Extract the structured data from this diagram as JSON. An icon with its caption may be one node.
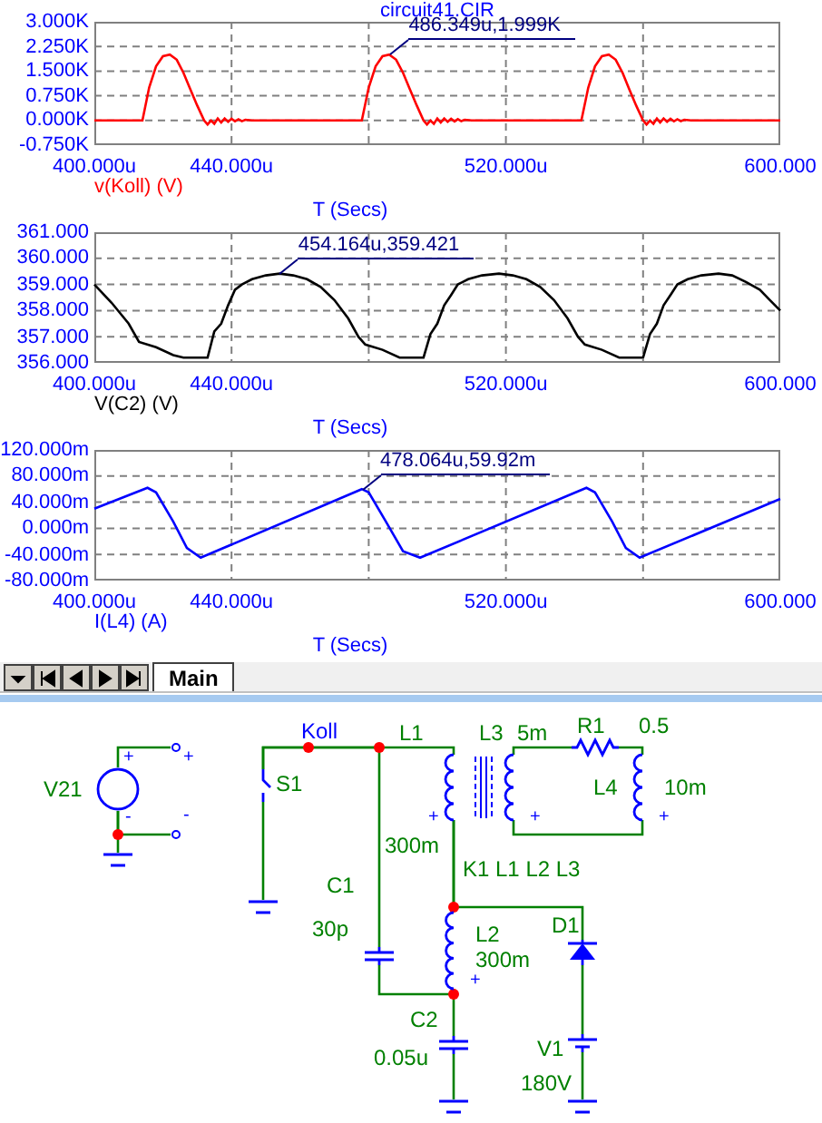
{
  "diagram": {
    "nodes": [
      {
        "text": [],
        "shape": "source",
        "beside": [
          "V21"
        ]
      },
      {
        "text": [],
        "shape": "circle"
      },
      {
        "text": [],
        "shape": "circle"
      },
      {
        "text": [],
        "shape": "ground"
      },
      {
        "text": [],
        "shape": "switch",
        "beside": [
          "S1"
        ]
      },
      {
        "text": [],
        "shape": "ground"
      },
      {
        "text": [],
        "shape": "inductor",
        "beside": [
          "L1",
          "300m"
        ]
      },
      {
        "text": [],
        "shape": "inductor",
        "beside": [
          "L3",
          "5m"
        ]
      },
      {
        "text": [],
        "shape": "resistor",
        "beside": [
          "R1",
          "0.5"
        ]
      },
      {
        "text": [],
        "shape": "inductor",
        "beside": [
          "L4",
          "10m"
        ]
      },
      {
        "text": [],
        "shape": "capacitor",
        "beside": [
          "C1",
          "30p"
        ]
      },
      {
        "text": [],
        "shape": "inductor",
        "beside": [
          "L2",
          "300m"
        ]
      },
      {
        "text": [],
        "shape": "capacitor",
        "beside": [
          "C2",
          "0.05u"
        ]
      },
      {
        "text": [],
        "shape": "ground"
      },
      {
        "text": [],
        "shape": "diode",
        "beside": [
          "D1"
        ]
      },
      {
        "text": [],
        "shape": "battery",
        "beside": [
          "V1",
          "180V"
        ]
      },
      {
        "text": [],
        "shape": "ground"
      }
    ],
    "edges": [
      {
        "from": 0,
        "to": 1,
        "arrow": "none"
      },
      {
        "from": 0,
        "to": 2,
        "arrow": "none"
      },
      {
        "from": 0,
        "to": 3,
        "arrow": "none"
      },
      {
        "from": 4,
        "to": 6,
        "arrow": "none"
      },
      {
        "from": 4,
        "to": 10,
        "arrow": "none"
      },
      {
        "from": 4,
        "to": 5,
        "arrow": "none"
      },
      {
        "from": 7,
        "to": 8,
        "arrow": "none"
      },
      {
        "from": 8,
        "to": 9,
        "arrow": "none"
      },
      {
        "from": 7,
        "to": 9,
        "arrow": "none"
      },
      {
        "from": 6,
        "to": 11,
        "arrow": "none"
      },
      {
        "from": 6,
        "to": 14,
        "arrow": "none"
      },
      {
        "from": 10,
        "to": 11,
        "arrow": "none"
      },
      {
        "from": 11,
        "to": 12,
        "arrow": "none"
      },
      {
        "from": 12,
        "to": 13,
        "arrow": "none"
      },
      {
        "from": 14,
        "to": 15,
        "arrow": "none"
      },
      {
        "from": 15,
        "to": 16,
        "arrow": "none"
      }
    ],
    "labels": [
      "Main",
      "Koll",
      "+",
      "+",
      "-",
      "-",
      "+",
      "+",
      "+",
      "K1 L1 L2 L3",
      "+"
    ],
    "chart_data": [
      {
        "type": "line",
        "title": "circuit41.CIR",
        "xlabel": "T (Secs)",
        "grid": true,
        "x": [
          400,
          414,
          416,
          418,
          420,
          422,
          424,
          426,
          428,
          430,
          432,
          433,
          434,
          435,
          436,
          437,
          438,
          439,
          440,
          441,
          442,
          443,
          444,
          446,
          478,
          480,
          482,
          484,
          486,
          488,
          490,
          492,
          494,
          496,
          497,
          498,
          499,
          500,
          501,
          502,
          503,
          504,
          505,
          506,
          507,
          508,
          510,
          542,
          544,
          546,
          548,
          550,
          552,
          554,
          556,
          558,
          560,
          561,
          562,
          563,
          564,
          565,
          566,
          567,
          568,
          569,
          570,
          571,
          572,
          574,
          600
        ],
        "series": [
          {
            "name": "v(Koll) (V)",
            "color": "#ff0000",
            "values": [
              0,
              0,
              1000,
              1650,
              1950,
              2000,
              1850,
              1450,
              950,
              450,
              0,
              -120,
              0,
              -100,
              60,
              -60,
              60,
              -40,
              50,
              -30,
              40,
              -20,
              20,
              0,
              0,
              1000,
              1650,
              1950,
              2000,
              1850,
              1450,
              950,
              450,
              0,
              -120,
              0,
              -100,
              60,
              -60,
              60,
              -40,
              50,
              -30,
              40,
              -20,
              20,
              0,
              0,
              1000,
              1650,
              1950,
              2000,
              1850,
              1450,
              950,
              450,
              0,
              -120,
              0,
              -100,
              60,
              -60,
              60,
              -40,
              50,
              -30,
              40,
              -20,
              20,
              0,
              0
            ]
          }
        ],
        "xlim": [
          400,
          600
        ],
        "ylim": [
          -750,
          3000
        ],
        "xticks": [
          {
            "value": 400,
            "label": "400.000u"
          },
          {
            "value": 440,
            "label": "440.000u"
          },
          {
            "value": 520,
            "label": "520.000u"
          },
          {
            "value": 600,
            "label": "600.000"
          }
        ],
        "yticks": [
          {
            "value": 3000,
            "label": "3.000K"
          },
          {
            "value": 2250,
            "label": "2.250K"
          },
          {
            "value": 1500,
            "label": "1.500K"
          },
          {
            "value": 750,
            "label": "0.750K"
          },
          {
            "value": 0,
            "label": "0.000K"
          },
          {
            "value": -750,
            "label": "-0.750K"
          }
        ],
        "annotations": [
          {
            "x": 486.349,
            "y": 1999,
            "text": "486.349u,1.999K"
          }
        ]
      },
      {
        "type": "line",
        "xlabel": "T (Secs)",
        "grid": true,
        "x": [
          400,
          405,
          410,
          413,
          418,
          423,
          426,
          433,
          435,
          437,
          439,
          441,
          443,
          446,
          450,
          454,
          458,
          462,
          466,
          470,
          474,
          477,
          479,
          484,
          489,
          496,
          498,
          500,
          502,
          504,
          506,
          509,
          513,
          518,
          522,
          526,
          530,
          534,
          538,
          541,
          543,
          548,
          553,
          560,
          562,
          564,
          566,
          568,
          570,
          573,
          577,
          582,
          586,
          590,
          594,
          597,
          600
        ],
        "series": [
          {
            "name": "V(C2) (V)",
            "color": "#000000",
            "values": [
              359.0,
              358.3,
              357.5,
              356.8,
              356.6,
              356.3,
              356.2,
              356.2,
              357.2,
              357.5,
              358.2,
              358.8,
              359.0,
              359.2,
              359.35,
              359.42,
              359.35,
              359.2,
              358.9,
              358.4,
              357.7,
              357.0,
              356.7,
              356.5,
              356.2,
              356.2,
              357.1,
              357.5,
              358.2,
              358.6,
              359.0,
              359.2,
              359.35,
              359.42,
              359.35,
              359.2,
              358.9,
              358.4,
              357.7,
              357.0,
              356.7,
              356.5,
              356.2,
              356.2,
              357.1,
              357.5,
              358.2,
              358.6,
              359.0,
              359.2,
              359.35,
              359.42,
              359.35,
              359.1,
              358.8,
              358.4,
              358.0
            ]
          }
        ],
        "xlim": [
          400,
          600
        ],
        "ylim": [
          356,
          361
        ],
        "xticks": [
          {
            "value": 400,
            "label": "400.000u"
          },
          {
            "value": 440,
            "label": "440.000u"
          },
          {
            "value": 520,
            "label": "520.000u"
          },
          {
            "value": 600,
            "label": "600.000"
          }
        ],
        "yticks": [
          {
            "value": 361,
            "label": "361.000"
          },
          {
            "value": 360,
            "label": "360.000"
          },
          {
            "value": 359,
            "label": "359.000"
          },
          {
            "value": 358,
            "label": "358.000"
          },
          {
            "value": 357,
            "label": "357.000"
          },
          {
            "value": 356,
            "label": "356.000"
          }
        ],
        "annotations": [
          {
            "x": 454.164,
            "y": 359.421,
            "text": "454.164u,359.421"
          }
        ]
      },
      {
        "type": "line",
        "xlabel": "T (Secs)",
        "grid": true,
        "x": [
          400,
          415.5,
          418,
          423,
          427,
          431,
          478,
          480,
          485,
          490,
          495,
          543.5,
          546,
          551,
          555,
          559,
          600
        ],
        "series": [
          {
            "name": "I(L4) (A)",
            "color": "#0000ff",
            "values": [
              30,
              62,
              55,
              10,
              -30,
              -45,
              60,
              55,
              10,
              -35,
              -45,
              62,
              55,
              10,
              -30,
              -45,
              45
            ]
          }
        ],
        "xlim": [
          400,
          600
        ],
        "ylim": [
          -80,
          120
        ],
        "xticks": [
          {
            "value": 400,
            "label": "400.000u"
          },
          {
            "value": 440,
            "label": "440.000u"
          },
          {
            "value": 520,
            "label": "520.000u"
          },
          {
            "value": 600,
            "label": "600.000"
          }
        ],
        "yticks": [
          {
            "value": 120,
            "label": "120.000m"
          },
          {
            "value": 80,
            "label": "80.000m"
          },
          {
            "value": 40,
            "label": "40.000m"
          },
          {
            "value": 0,
            "label": "0.000m"
          },
          {
            "value": -40,
            "label": "-40.000m"
          },
          {
            "value": -80,
            "label": "-80.000m"
          }
        ],
        "annotations": [
          {
            "x": 478.064,
            "y": 59.92,
            "text": "478.064u,59.92m"
          }
        ]
      }
    ]
  }
}
